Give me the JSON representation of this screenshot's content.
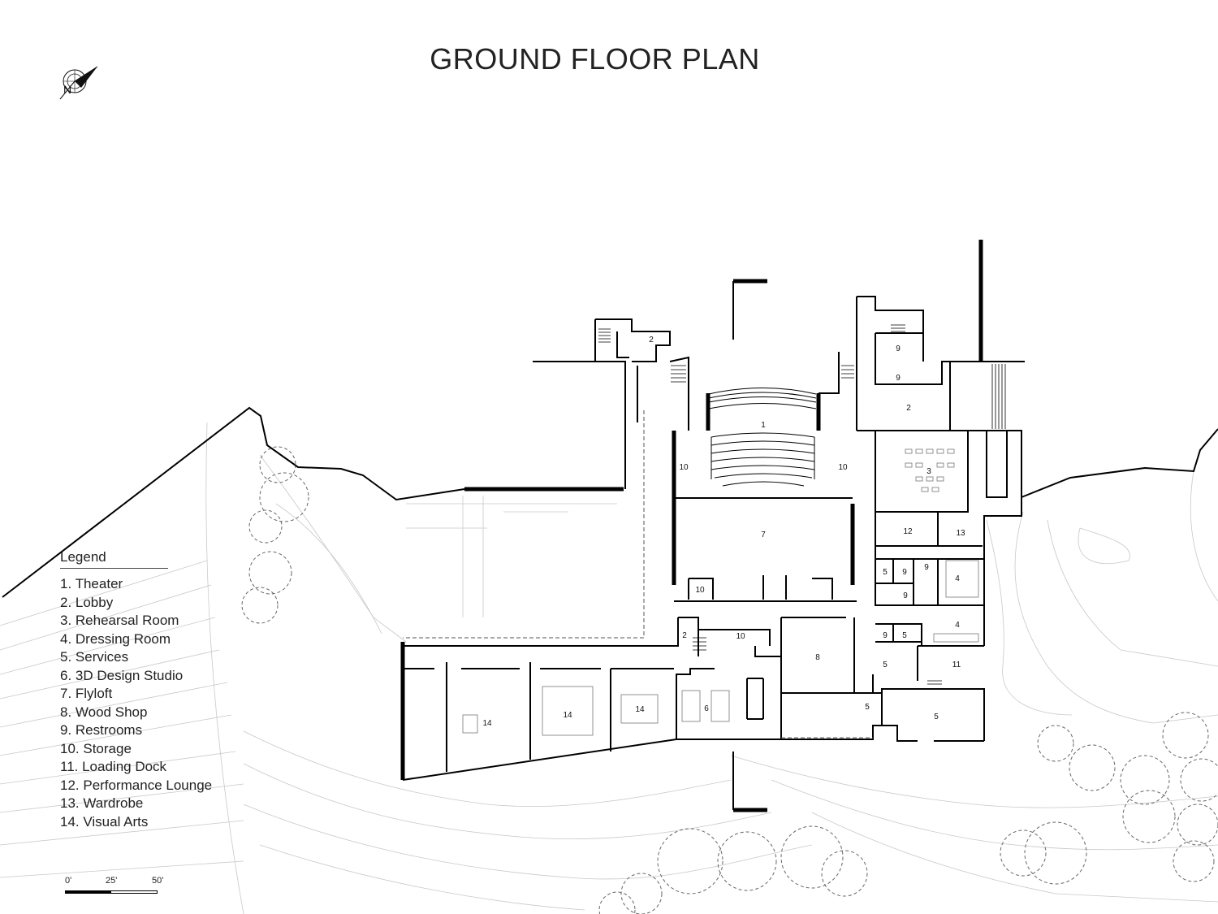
{
  "title": "GROUND FLOOR PLAN",
  "north_arrow": {
    "letter": "N"
  },
  "legend": {
    "heading": "Legend",
    "items": [
      "1. Theater",
      "2. Lobby",
      "3. Rehearsal Room",
      "4. Dressing Room",
      "5. Services",
      "6. 3D Design Studio",
      "7. Flyloft",
      "8. Wood Shop",
      "9. Restrooms",
      "10. Storage",
      "11. Loading Dock",
      "12. Performance Lounge",
      "13. Wardrobe",
      "14. Visual Arts"
    ]
  },
  "scale": {
    "labels": [
      "0'",
      "25'",
      "50'"
    ]
  },
  "rooms": [
    {
      "id": "theater",
      "number": "1"
    },
    {
      "id": "flyloft",
      "number": "7"
    },
    {
      "id": "lobby-north",
      "number": "2"
    },
    {
      "id": "lobby-east",
      "number": "2"
    },
    {
      "id": "lobby-south",
      "number": "2"
    },
    {
      "id": "rehearsal",
      "number": "3"
    },
    {
      "id": "storage-west",
      "number": "10"
    },
    {
      "id": "storage-east",
      "number": "10"
    },
    {
      "id": "storage-small",
      "number": "10"
    },
    {
      "id": "storage-south",
      "number": "10"
    },
    {
      "id": "performance-lounge",
      "number": "12"
    },
    {
      "id": "wardrobe",
      "number": "13"
    },
    {
      "id": "dressing-1",
      "number": "4"
    },
    {
      "id": "dressing-2",
      "number": "4"
    },
    {
      "id": "services-1",
      "number": "5"
    },
    {
      "id": "services-2",
      "number": "5"
    },
    {
      "id": "services-3",
      "number": "5"
    },
    {
      "id": "services-4",
      "number": "5"
    },
    {
      "id": "services-5",
      "number": "5"
    },
    {
      "id": "restroom-1",
      "number": "9"
    },
    {
      "id": "restroom-2",
      "number": "9"
    },
    {
      "id": "restroom-3",
      "number": "9"
    },
    {
      "id": "restroom-4",
      "number": "9"
    },
    {
      "id": "restroom-5",
      "number": "9"
    },
    {
      "id": "restroom-6",
      "number": "9"
    },
    {
      "id": "wood-shop",
      "number": "8"
    },
    {
      "id": "design-studio",
      "number": "6"
    },
    {
      "id": "loading-dock",
      "number": "11"
    },
    {
      "id": "visual-arts-1",
      "number": "14"
    },
    {
      "id": "visual-arts-2",
      "number": "14"
    },
    {
      "id": "visual-arts-3",
      "number": "14"
    }
  ]
}
